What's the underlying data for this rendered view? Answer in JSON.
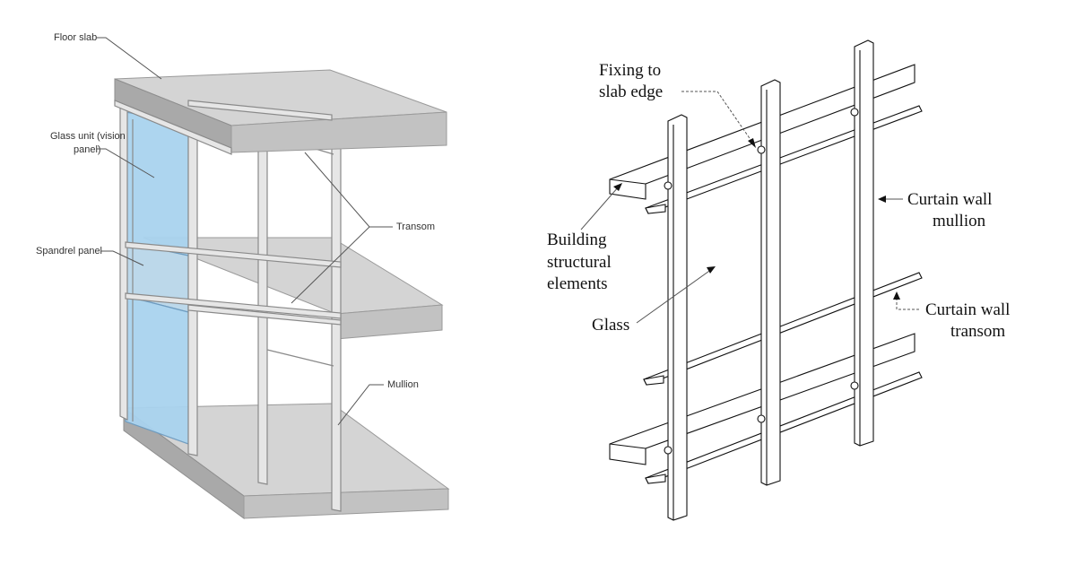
{
  "left_diagram": {
    "labels": {
      "floor_slab": "Floor slab",
      "glass_unit_line1": "Glass unit (vision",
      "glass_unit_line2": "panel)",
      "spandrel_panel": "Spandrel panel",
      "transom": "Transom",
      "mullion": "Mullion"
    },
    "colors": {
      "glass": "#a9d3ef",
      "slab": "#c2c2c2"
    }
  },
  "right_diagram": {
    "labels": {
      "fixing_line1": "Fixing to",
      "fixing_line2": "slab edge",
      "building_line1": "Building",
      "building_line2": "structural",
      "building_line3": "elements",
      "glass": "Glass",
      "mullion_line1": "Curtain wall",
      "mullion_line2": "mullion",
      "transom_line1": "Curtain wall",
      "transom_line2": "transom"
    }
  }
}
